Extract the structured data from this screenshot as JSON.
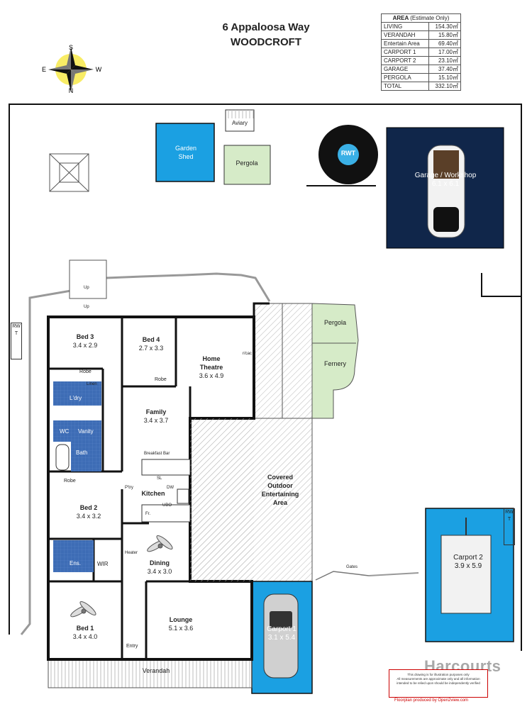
{
  "header": {
    "address": "6 Appaloosa Way",
    "suburb": "WOODCROFT"
  },
  "area_table": {
    "title": "AREA",
    "subtitle": "(Estimate Only)",
    "rows": [
      {
        "label": "LIVING",
        "value": "154.30㎡"
      },
      {
        "label": "VERANDAH",
        "value": "15.80㎡"
      },
      {
        "label": "Entertain Area",
        "value": "69.40㎡"
      },
      {
        "label": "CARPORT 1",
        "value": "17.00㎡"
      },
      {
        "label": "CARPORT 2",
        "value": "23.10㎡"
      },
      {
        "label": "GARAGE",
        "value": "37.40㎡"
      },
      {
        "label": "PERGOLA",
        "value": "15.10㎡"
      },
      {
        "label": "TOTAL",
        "value": "332.10㎡"
      }
    ]
  },
  "compass": {
    "n": "N",
    "s": "S",
    "e": "E",
    "w": "W"
  },
  "rooms": {
    "bed3": {
      "name": "Bed 3",
      "size": "3.4 x 2.9"
    },
    "bed4": {
      "name": "Bed 4",
      "size": "2.7 x 3.3"
    },
    "theatre": {
      "name": "Home",
      "name2": "Theatre",
      "size": "3.6 x 4.9"
    },
    "family": {
      "name": "Family",
      "size": "3.4 x 3.7"
    },
    "kitchen": {
      "name": "Kitchen"
    },
    "bed2": {
      "name": "Bed 2",
      "size": "3.4 x 3.2"
    },
    "dining": {
      "name": "Dining",
      "size": "3.4 x 3.0"
    },
    "bed1": {
      "name": "Bed 1",
      "size": "3.4 x 4.0"
    },
    "lounge": {
      "name": "Lounge",
      "size": "5.1 x 3.6"
    },
    "outdoor": {
      "line1": "Covered",
      "line2": "Outdoor",
      "line3": "Entertaining",
      "line4": "Area"
    },
    "carport1": {
      "name": "Carport 1",
      "size": "3.1 x 5.4"
    },
    "carport2": {
      "name": "Carport 2",
      "size": "3.9 x 5.9"
    },
    "garage": {
      "name": "Garage / Workshop",
      "size": "6.1 x 6.1"
    },
    "shed": {
      "name": "Garden",
      "name2": "Shed"
    },
    "pergola_garden": {
      "name": "Pergola"
    },
    "aviary": {
      "name": "Aviary"
    },
    "pergola_house": {
      "name": "Pergola"
    },
    "fernery": {
      "name": "Fernery"
    },
    "verandah": {
      "name": "Verandah"
    }
  },
  "fixtures": {
    "robe1": "Robe",
    "robe2": "Robe",
    "robe3": "Robe",
    "linen": "Linen",
    "laundry": "L'dry",
    "wc": "WC",
    "vanity": "Vanity",
    "bath": "Bath",
    "ens": "Ens.",
    "wir": "WIR",
    "heater": "Heater",
    "entry": "Entry",
    "pantry": "P'try",
    "breakfast": "Breakfast Bar",
    "sl": "SL",
    "dw": "DW",
    "ubo": "UBO",
    "fr": "Fr.",
    "rcac": "r/cac",
    "gates": "Gates",
    "up1": "Up",
    "up2": "Up",
    "rwt": "RWT",
    "rwt_left": "RWT",
    "rwt_right": "RWT"
  },
  "branding": {
    "agency": "Harcourts",
    "disclaimer1": "This drawing is for illustration purposes only",
    "disclaimer2": "All measurements are approximate only and all information",
    "disclaimer3": "intended to be relied upon should be independently verified",
    "credit": "Floorplan produced by Open2view.com"
  },
  "colors": {
    "blue": "#1ba0e2",
    "navy": "#10264a",
    "green": "#d6ebc8",
    "wet": "#3d6cb5"
  }
}
